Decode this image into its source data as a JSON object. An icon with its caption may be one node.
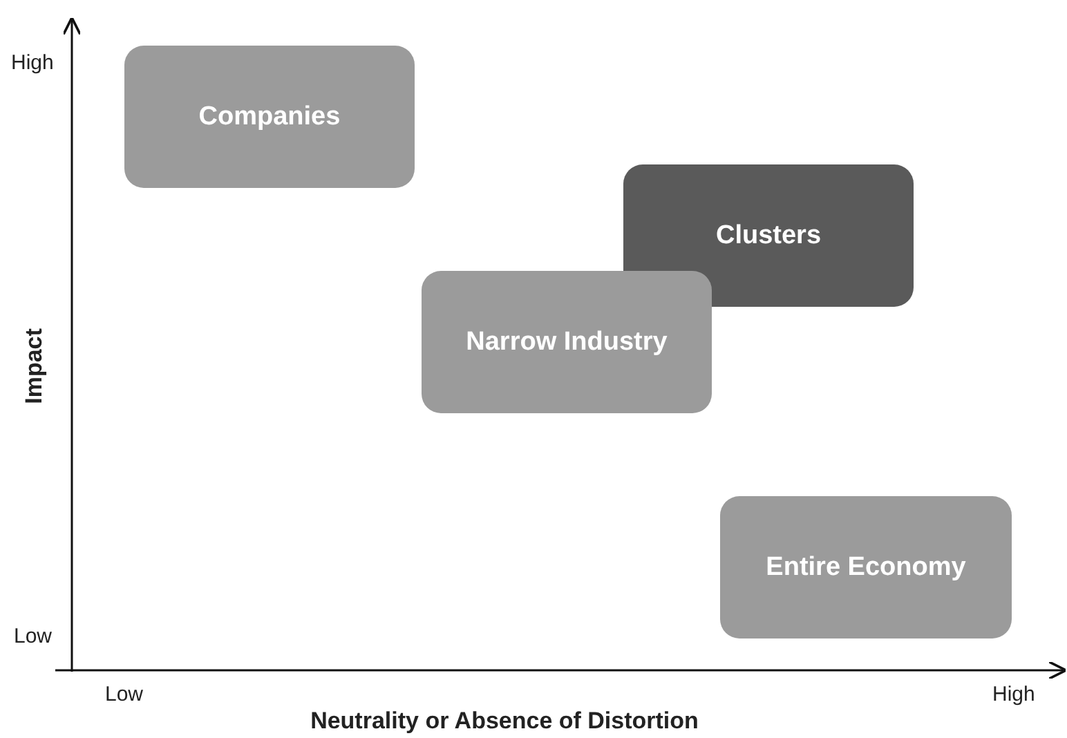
{
  "diagram": {
    "nodes": [
      {
        "text": [
          "Companies"
        ]
      },
      {
        "text": [
          "Clusters"
        ]
      },
      {
        "text": [
          "Narrow Industry"
        ]
      },
      {
        "text": [
          "Entire Economy"
        ]
      }
    ],
    "labels": [
      "High",
      "Impact",
      "Low",
      "Low",
      "High",
      "Neutrality or Absence of Distortion"
    ]
  }
}
